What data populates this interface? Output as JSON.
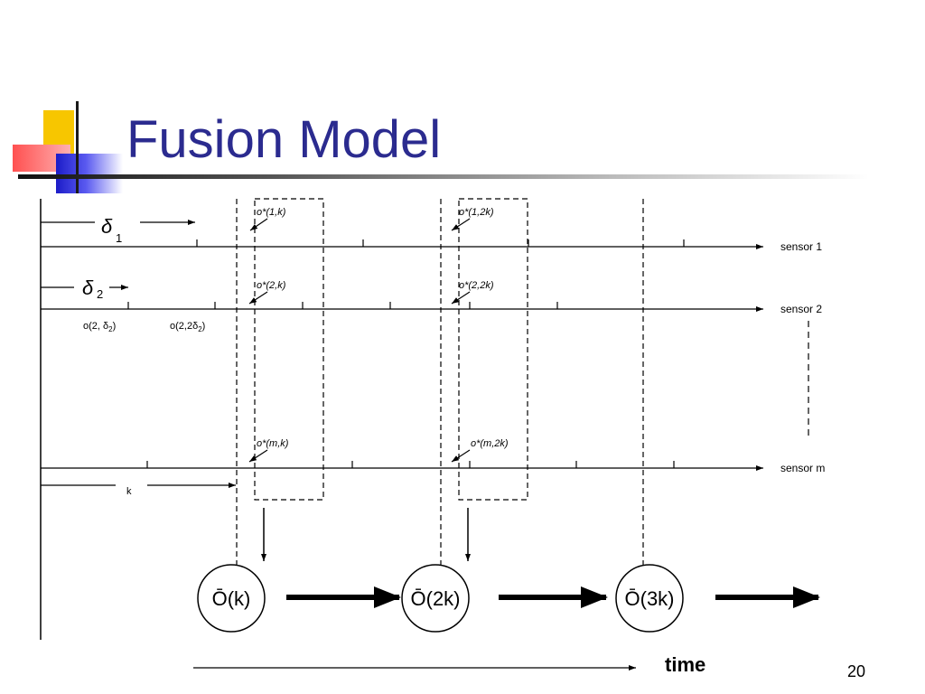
{
  "slide": {
    "title": "Fusion Model",
    "page_number": "20"
  },
  "diagram": {
    "delta_1": "δ",
    "delta_1_sub": "1",
    "delta_2": "δ",
    "delta_2_sub": "2",
    "sensor_labels": [
      "sensor 1",
      "sensor 2",
      "sensor m"
    ],
    "tick_labels": {
      "o_2_delta2": "o(2, δ",
      "o_2_delta2_sub": "2",
      "o_2_delta2_close": ")",
      "o_2_2delta2": "o(2,2δ",
      "o_2_2delta2_sub": "2",
      "o_2_2delta2_close": ")"
    },
    "k_label": "k",
    "observations": {
      "o_1_k": "o*(1,k)",
      "o_2_k": "o*(2,k)",
      "o_m_k": "o*(m,k)",
      "o_1_2k": "o*(1,2k)",
      "o_2_2k": "o*(2,2k)",
      "o_m_2k": "o*(m,2k)"
    },
    "fused_nodes": [
      "Ō(k)",
      "Ō(2k)",
      "Ō(3k)"
    ],
    "time_label": "time"
  }
}
